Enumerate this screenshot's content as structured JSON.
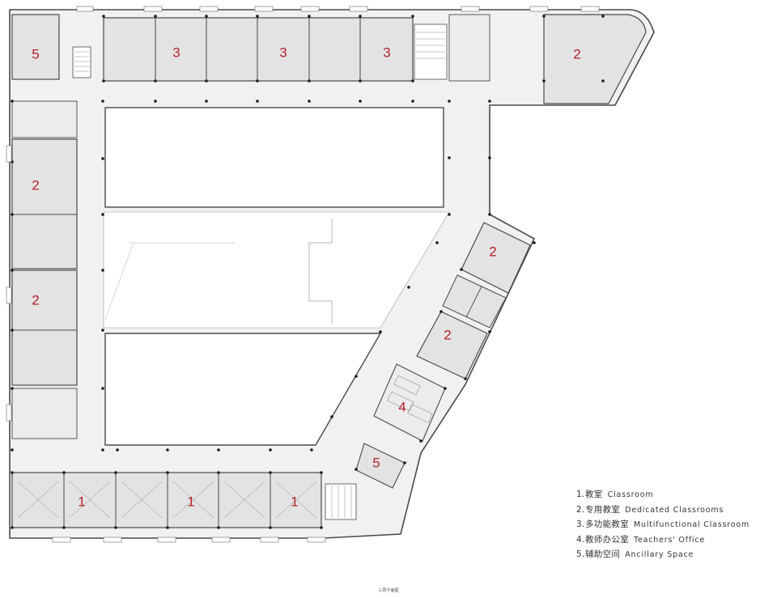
{
  "colors": {
    "room_fill": "#e3e3e3",
    "corridor_fill": "#f1f1f1",
    "wall": "#4a4a4a",
    "label": "#b3202a"
  },
  "rooms": [
    {
      "id": "nw-ancillary",
      "label": "5"
    },
    {
      "id": "north-1",
      "label": "3"
    },
    {
      "id": "north-2",
      "label": "3"
    },
    {
      "id": "north-3",
      "label": "3"
    },
    {
      "id": "ne-dedicated",
      "label": "2"
    },
    {
      "id": "west-1",
      "label": "2"
    },
    {
      "id": "west-2",
      "label": "2"
    },
    {
      "id": "diag-1",
      "label": "2"
    },
    {
      "id": "diag-2",
      "label": "2"
    },
    {
      "id": "teachers-office",
      "label": "4"
    },
    {
      "id": "diag-ancillary",
      "label": "5"
    },
    {
      "id": "south-1",
      "label": "1"
    },
    {
      "id": "south-2",
      "label": "1"
    },
    {
      "id": "south-3",
      "label": "1"
    }
  ],
  "legend": [
    {
      "num": "1.",
      "zh": "教室",
      "en": "Classroom"
    },
    {
      "num": "2.",
      "zh": "专用教室",
      "en": "Dedicated Classrooms"
    },
    {
      "num": "3.",
      "zh": "多功能教室",
      "en": "Multifunctional Classroom"
    },
    {
      "num": "4.",
      "zh": "教师办公室",
      "en": "Teachers' Office"
    },
    {
      "num": "5.",
      "zh": "辅助空间",
      "en": "Ancillary Space"
    }
  ],
  "caption": "三层平面图"
}
